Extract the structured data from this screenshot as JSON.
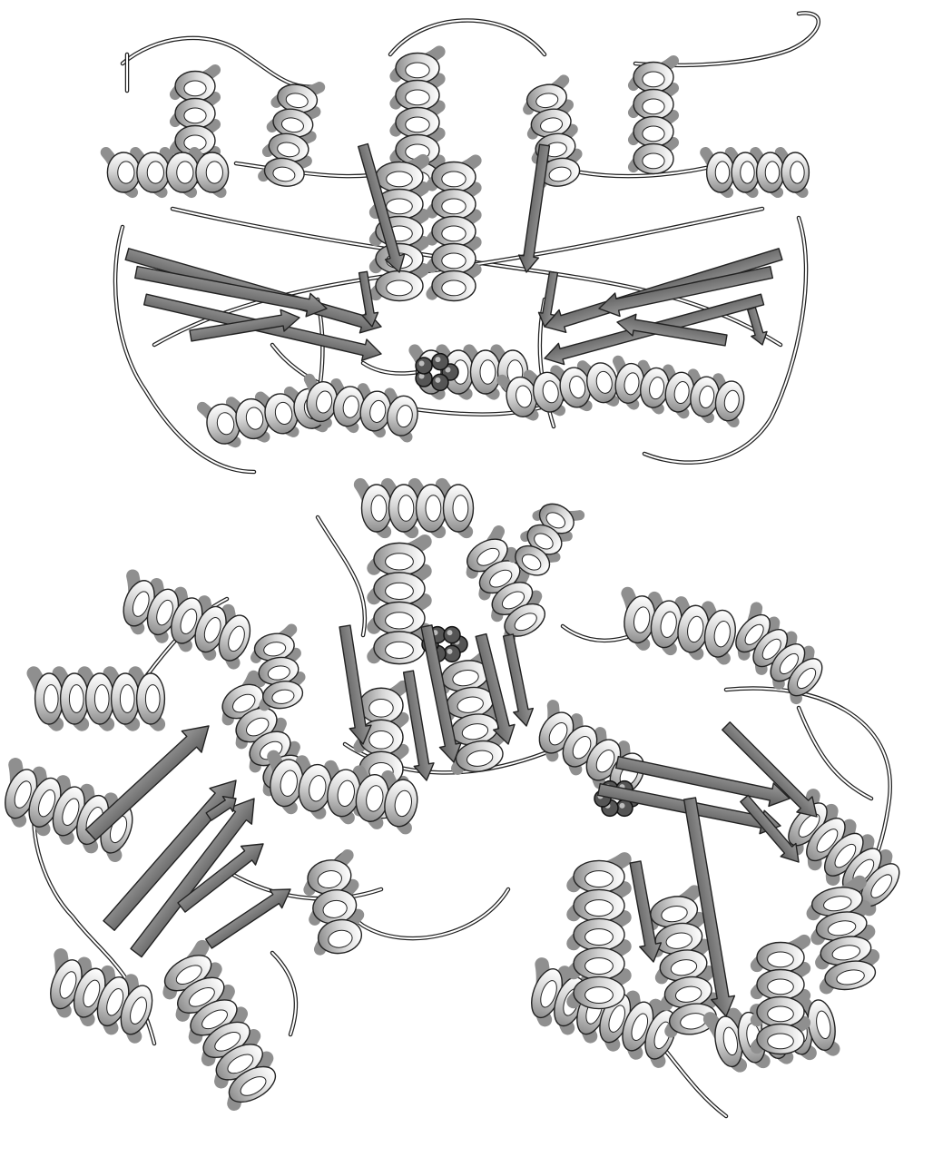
{
  "figure": {
    "panels": [
      {
        "id": "top",
        "name": "top-protein-ribbon"
      },
      {
        "id": "bottom",
        "name": "bottom-protein-ribbon"
      }
    ],
    "colors": {
      "background": "#ffffff",
      "outline": "#222222",
      "helix_light": "#f2f2f2",
      "helix_mid": "#c9c9c9",
      "helix_dark": "#8f8f8f",
      "strand": "#7f7f7f",
      "strand_dark": "#5c5c5c",
      "ligand": "#555555"
    }
  }
}
